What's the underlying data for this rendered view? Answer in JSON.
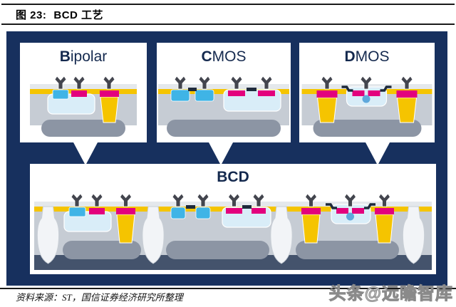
{
  "header": {
    "figure_label": "图 23:",
    "figure_title": "BCD 工艺"
  },
  "diagram": {
    "process_boxes": [
      {
        "name": "Bipolar",
        "label_bold": "B",
        "label_rest": "ipolar"
      },
      {
        "name": "CMOS",
        "label_bold": "C",
        "label_rest": "MOS"
      },
      {
        "name": "DMOS",
        "label_bold": "D",
        "label_rest": "MOS"
      }
    ],
    "result_box": {
      "label": "BCD"
    }
  },
  "footer": {
    "source": "资料来源：ST，国信证券经济研究所整理",
    "watermark": "头条@远瞻智库"
  },
  "colors": {
    "panel_navy": "#17305E",
    "title_text": "#14294E",
    "oxide_yellow": "#F5C400",
    "implant_cyan": "#3FB4E6",
    "implant_magenta": "#E3017D",
    "well_lightblue": "#D9EDF8",
    "epi_gray": "#C6CCD4",
    "buried_gray": "#8C95A4",
    "contact_gray": "#43454E",
    "gate_dark": "#1E2A3C",
    "substrate_slate": "#44536C",
    "trench_white": "#F2F4F7",
    "surface_band": "#E4E8EC",
    "drop_blue": "#5FA8DC",
    "rule_black": "#1A1A1A",
    "watermark_gray": "#C7C7C7"
  }
}
